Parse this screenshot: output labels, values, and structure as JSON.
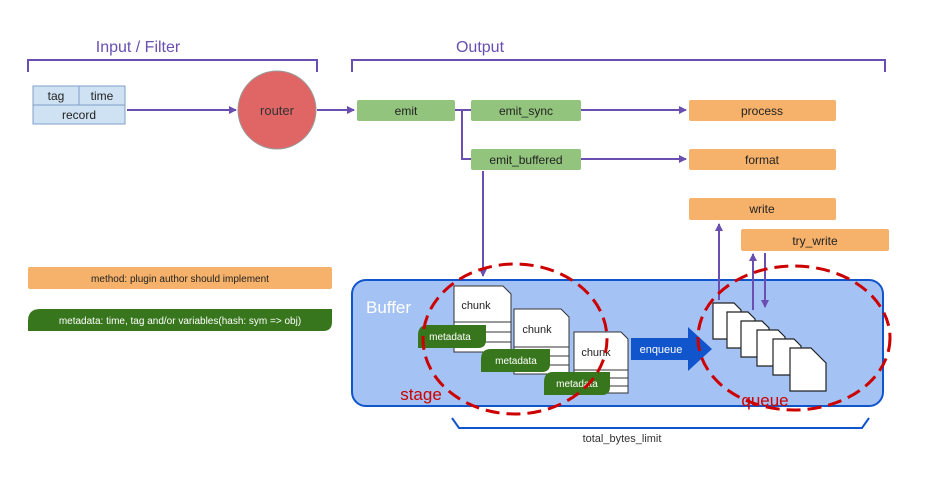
{
  "sections": {
    "input_filter": "Input / Filter",
    "output": "Output"
  },
  "event": {
    "tag": "tag",
    "time": "time",
    "record": "record"
  },
  "router": "router",
  "methods": {
    "emit": "emit",
    "emit_sync": "emit_sync",
    "emit_buffered": "emit_buffered",
    "process": "process",
    "format": "format",
    "write": "write",
    "try_write": "try_write"
  },
  "legend": {
    "method": "method: plugin author should implement",
    "metadata": "metadata: time, tag and/or variables(hash: sym => obj)"
  },
  "buffer": {
    "title": "Buffer",
    "chunk": "chunk",
    "metadata": "metadata",
    "enqueue": "enqueue",
    "stage": "stage",
    "queue": "queue",
    "total_bytes_limit": "total_bytes_limit"
  },
  "colors": {
    "purple": "#6a4fb0",
    "router_fill": "#e06666",
    "green_box": "#93c47d",
    "orange_box": "#f6b26b",
    "dark_green": "#38761d",
    "event_fill": "#cfe2f3",
    "buffer_fill": "#a4c2f4",
    "buffer_stroke": "#1155cc",
    "red": "#cc0000"
  }
}
